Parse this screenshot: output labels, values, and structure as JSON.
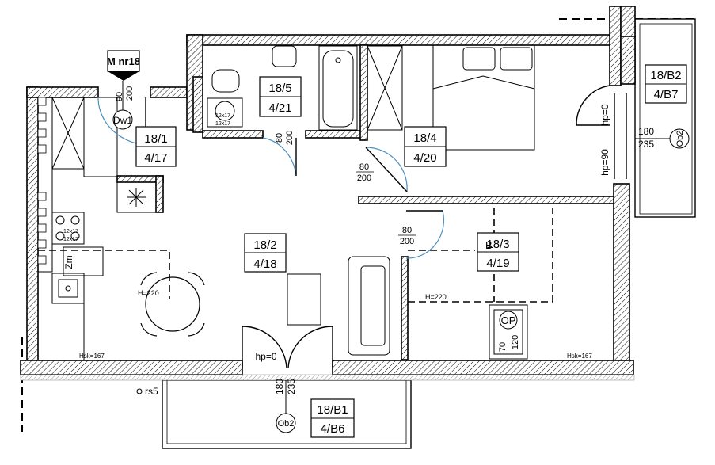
{
  "apartment": {
    "label": "M nr18",
    "entry_door": {
      "w": "90",
      "h": "200",
      "symbol": "Dw1"
    }
  },
  "rooms": [
    {
      "id": "18/1",
      "area": "4/17"
    },
    {
      "id": "18/2",
      "area": "4/18"
    },
    {
      "id": "18/3",
      "area": "4/19"
    },
    {
      "id": "18/4",
      "area": "4/20"
    },
    {
      "id": "18/5",
      "area": "4/21"
    }
  ],
  "balconies": [
    {
      "id": "18/B1",
      "area": "4/B6",
      "symbol": "Ob2"
    },
    {
      "id": "18/B2",
      "area": "4/B7",
      "symbol": "Ob2"
    }
  ],
  "doors": {
    "bathroom": {
      "w": "80",
      "h": "200"
    },
    "bedroom_main": {
      "w": "80",
      "h": "200"
    },
    "bedroom_small": {
      "w": "80",
      "h": "200"
    }
  },
  "windows": {
    "balcony_bottom": {
      "hp": "hp=0",
      "w": "180",
      "h": "235"
    },
    "balcony_right": {
      "hp": "hp=0",
      "w": "180",
      "h": "235"
    },
    "right_wall": {
      "hp": "hp=90"
    }
  },
  "annotations": {
    "kitchen_h": "Hsk=167",
    "room_h": "Hsk=167",
    "h220_a": "H=220",
    "h220_b": "H=220",
    "zm": "Zm",
    "hob_a": "12x17",
    "hob_b": "12x17",
    "hob_c": "12x17",
    "hob_d": "12x17",
    "rs": "rs5",
    "heater": "OP",
    "heater_w": "70",
    "heater_h": "120",
    "bed_b": "B"
  }
}
